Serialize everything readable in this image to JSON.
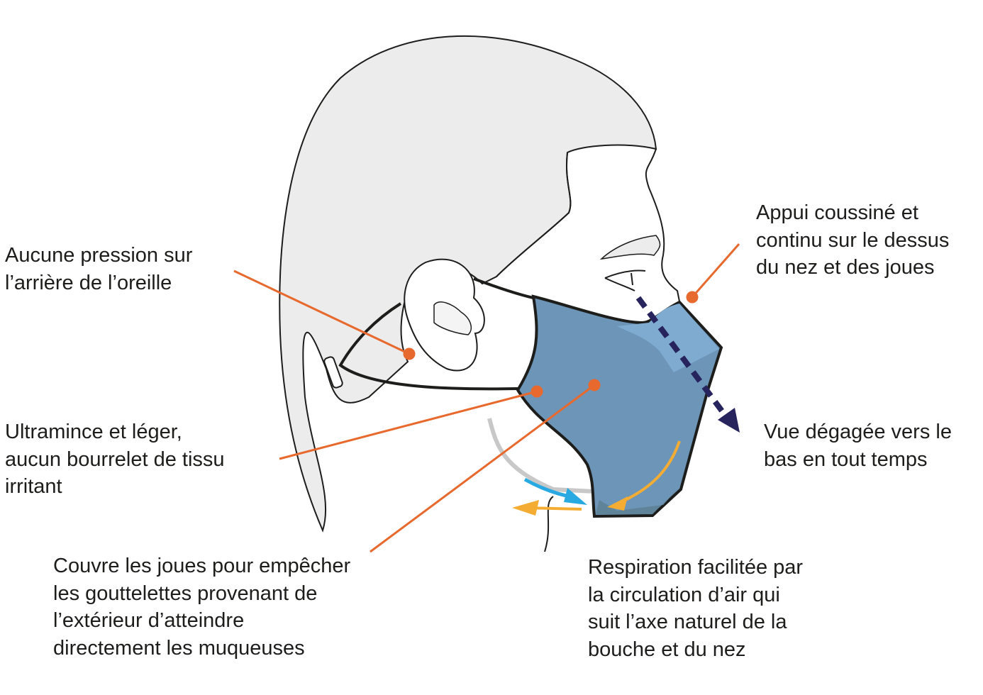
{
  "colors": {
    "mask": "#6c95b8",
    "mask_light": "#7fabd0",
    "mask_dark": "#5f8399",
    "leader": "#e8692e",
    "view_arrow": "#27235d",
    "inhale": "#29a9e1",
    "exhale": "#f4ad32",
    "hair": "#ececec"
  },
  "labels": {
    "ear": [
      "Aucune pression sur",
      "l’arrière de l’oreille"
    ],
    "thin": [
      "Ultramince et léger,",
      "aucun bourrelet de tissu",
      "irritant"
    ],
    "cheeks": [
      "Couvre les joues pour empêcher",
      "les gouttelettes provenant de",
      "l’extérieur d’atteindre",
      "directement les muqueuses"
    ],
    "nose": [
      "Appui coussiné et",
      "continu sur le dessus",
      "du nez et des joues"
    ],
    "view": [
      "Vue dégagée vers le",
      "bas en tout temps"
    ],
    "breath": [
      "Respiration facilitée par",
      "la circulation d’air qui",
      "suit l’axe naturel de la",
      "bouche et du nez"
    ]
  }
}
